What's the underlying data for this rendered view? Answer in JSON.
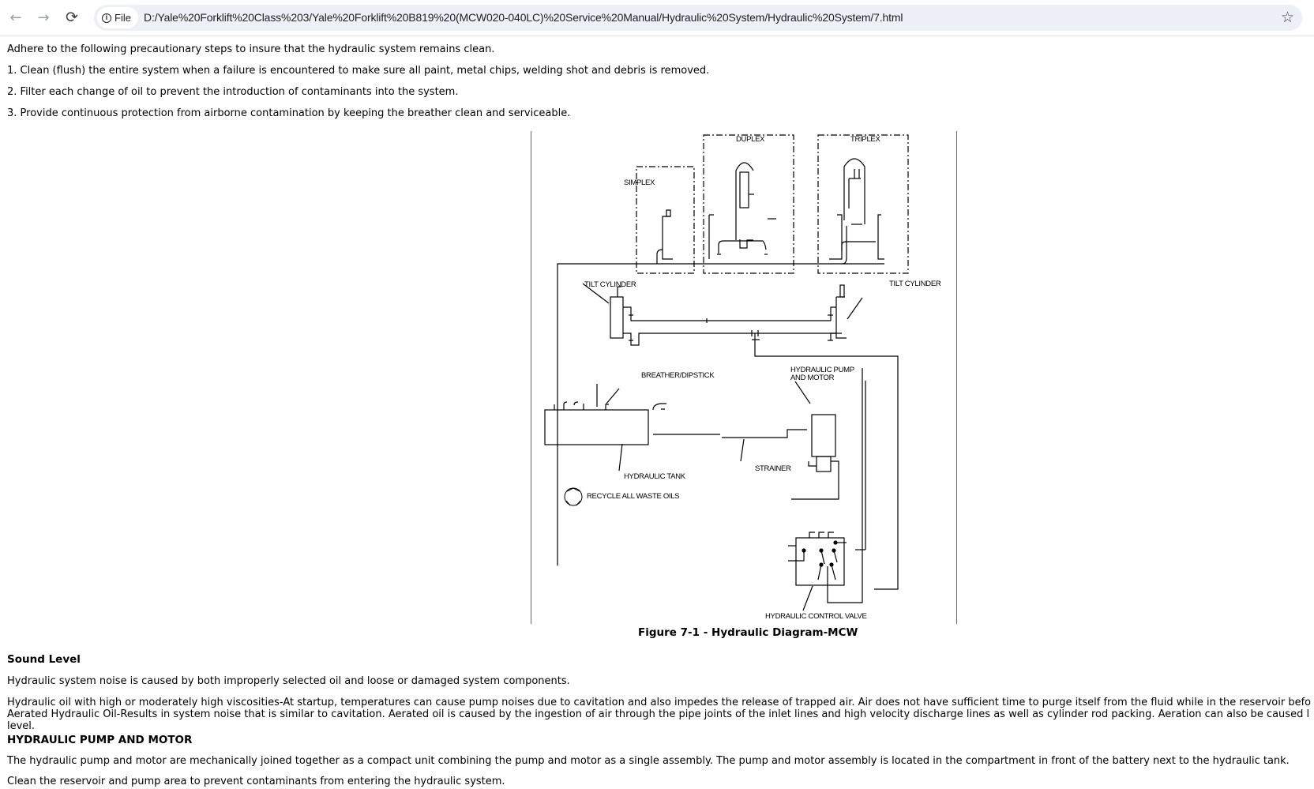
{
  "browser": {
    "back_label": "←",
    "forward_label": "→",
    "reload_label": "⟳",
    "site_chip_label": "File",
    "url": "D:/Yale%20Forklift%20Class%203/Yale%20Forklift%20B819%20(MCW020-040LC)%20Service%20Manual/Hydraulic%20System/Hydraulic%20System/7.html",
    "bookmark_label": "☆"
  },
  "intro": {
    "lead": "Adhere to the following precautionary steps to insure that the hydraulic system remains clean.",
    "steps": [
      "1. Clean (flush) the entire system when a failure is encountered to make sure all paint, metal chips, welding shot and debris is removed.",
      "2. Filter each change of oil to prevent the introduction of contaminants into the system.",
      "3. Provide continuous protection from airborne contamination by keeping the breather clean and serviceable."
    ]
  },
  "figure": {
    "labels": {
      "simplex": "SIMPLEX",
      "duplex": "DUPLEX",
      "triplex": "TRIPLEX",
      "tilt_cylinder_left": "TILT CYLINDER",
      "tilt_cylinder_right": "TILT CYLINDER",
      "breather_dipstick": "BREATHER/DIPSTICK",
      "hydraulic_pump_line1": "HYDRAULIC PUMP",
      "hydraulic_pump_line2": "AND MOTOR",
      "hydraulic_tank": "HYDRAULIC TANK",
      "strainer": "STRAINER",
      "recycle": "RECYCLE ALL WASTE OILS",
      "control_valve": "HYDRAULIC CONTROL VALVE"
    },
    "caption": "Figure 7-1 - Hydraulic Diagram-MCW"
  },
  "sound_level": {
    "heading": "Sound Level",
    "p1": "Hydraulic system noise is caused by both improperly selected oil and loose or damaged system components.",
    "p2_line1": "Hydraulic oil with high or moderately high viscosities-At startup, temperatures can cause pump noises due to cavitation and also impedes the release of trapped air. Air does not have sufficient time to purge itself from the fluid while in the reservoir befo",
    "p2_line2": "Aerated Hydraulic Oil-Results in system noise that is similar to cavitation. Aerated oil is caused by the ingestion of air through the pipe joints of the inlet lines and high velocity discharge lines as well as cylinder rod packing. Aeration can also be caused l",
    "p2_line3": "level."
  },
  "pump_motor": {
    "heading": "HYDRAULIC PUMP AND MOTOR",
    "p1": "The hydraulic pump and motor are mechanically joined together as a compact unit combining the pump and motor as a single assembly. The pump and motor assembly is located in the compartment in front of the battery next to the hydraulic tank.",
    "p2": "Clean the reservoir and pump area to prevent contaminants from entering the hydraulic system."
  }
}
